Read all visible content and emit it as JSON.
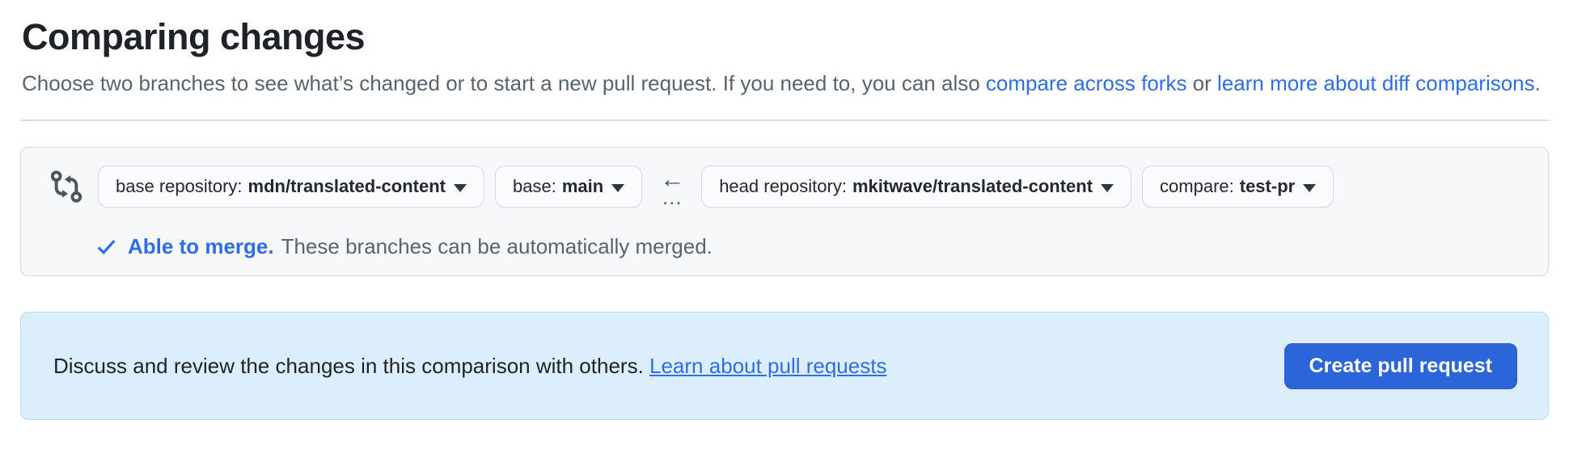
{
  "page": {
    "title": "Comparing changes"
  },
  "intro": {
    "text_before": "Choose two branches to see what’s changed or to start a new pull request. If you need to, you can also ",
    "link_forks": "compare across forks",
    "text_or": " or ",
    "link_learn": "learn more about diff comparisons",
    "text_period": "."
  },
  "branch_selector": {
    "compare_icon": "git-compare-icon",
    "base_repository": {
      "label": "base repository:",
      "value": "mdn/translated-content"
    },
    "base_branch": {
      "label": "base:",
      "value": "main"
    },
    "direction": {
      "arrow": "←",
      "dots": "…"
    },
    "head_repository": {
      "label": "head repository:",
      "value": "mkitwave/translated-content"
    },
    "compare_branch": {
      "label": "compare:",
      "value": "test-pr"
    },
    "merge_status": {
      "icon": "check-icon",
      "status": "Able to merge.",
      "description": "These branches can be automatically merged."
    }
  },
  "pr_banner": {
    "text": "Discuss and review the changes in this comparison with others. ",
    "link": "Learn about pull requests",
    "button": "Create pull request"
  },
  "colors": {
    "accent_blue": "#2e6de4",
    "button_blue": "#2c64da",
    "banner_bg": "#dceefb",
    "banner_border": "#b7dcf6",
    "box_bg": "#f6f8fa",
    "text_dark": "#1f2328",
    "text_muted": "#59636e"
  }
}
